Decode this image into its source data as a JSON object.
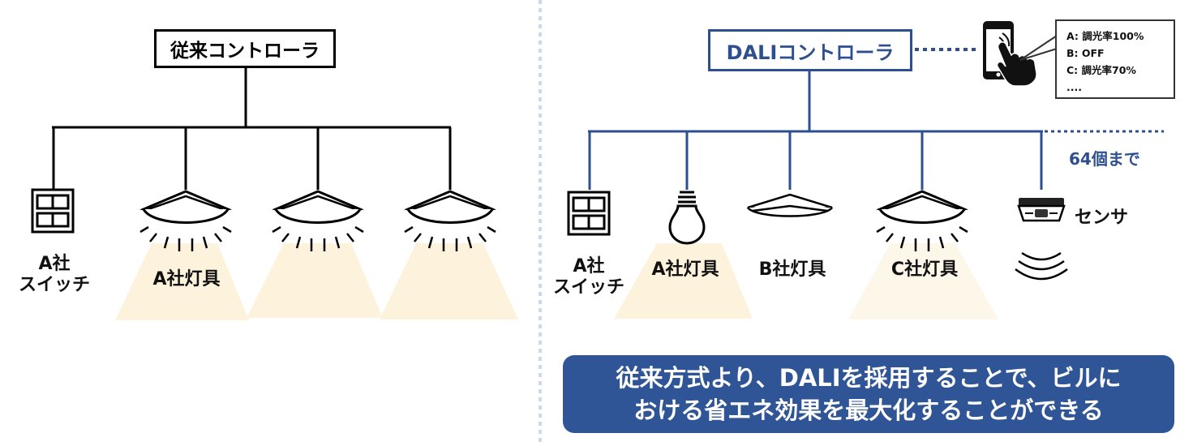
{
  "legacy": {
    "controller_label": "従来コントローラ",
    "switch_label": [
      "A社",
      "スイッチ"
    ],
    "fixture_label": "A社灯具"
  },
  "dali": {
    "controller_label": "DALIコントローラ",
    "switch_label": [
      "A社",
      "スイッチ"
    ],
    "fixture_labels": [
      "A社灯具",
      "B社灯具",
      "C社灯具"
    ],
    "sensor_label": "センサ",
    "limit_label": "64個まで",
    "callout_lines": [
      "A: 調光率100%",
      "B: OFF",
      "C: 調光率70%",
      "...."
    ]
  },
  "banner": {
    "lines": [
      "従来方式より、DALIを採用することで、ビルに",
      "おける省エネ効果を最大化することができる"
    ]
  },
  "colors": {
    "legacy_line": "#000000",
    "dali_line": "#2e4f8f",
    "light_cone": "#fdf3dc",
    "banner_bg": "#2f5597",
    "divider": "#cdd8ea"
  }
}
